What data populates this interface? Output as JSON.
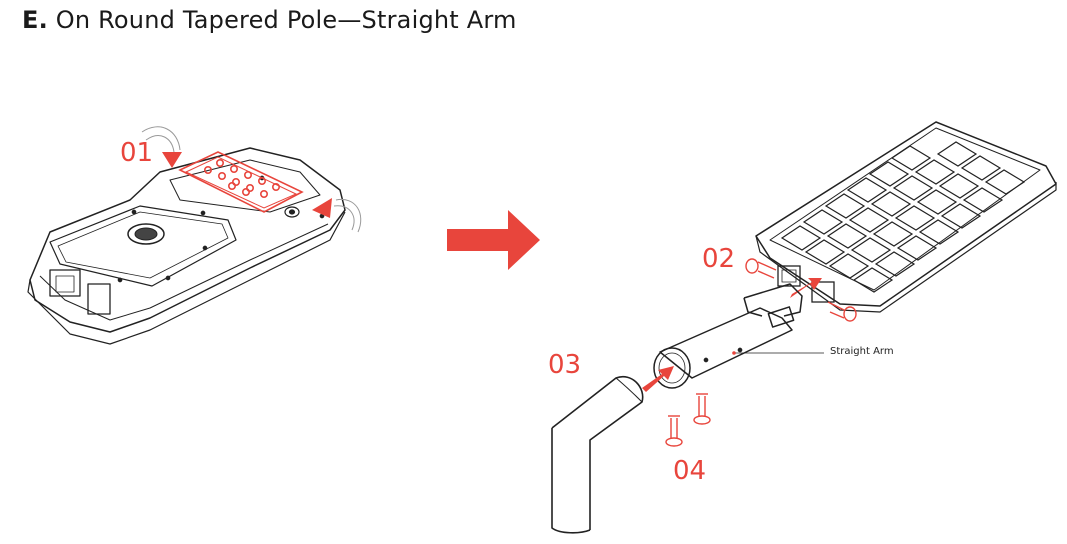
{
  "title": {
    "letter": "E.",
    "text": "On Round Tapered Pole—Straight Arm"
  },
  "steps": {
    "s01": "01",
    "s02": "02",
    "s03": "03",
    "s04": "04"
  },
  "callouts": {
    "straight_arm": "Straight Arm"
  },
  "colors": {
    "accent": "#e8453c",
    "line": "#222222"
  }
}
